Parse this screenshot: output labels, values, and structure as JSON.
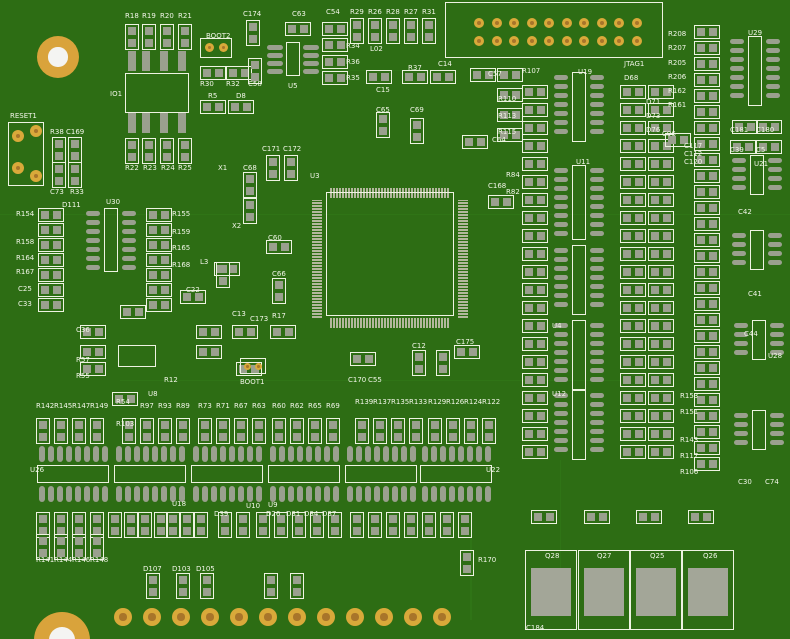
{
  "board": {
    "colors": {
      "soldermask": "#2d6d14",
      "silkscreen": "#f2f6e8",
      "pad": "#9aa08e",
      "copper": "#d9a93a"
    },
    "labels": [
      "R18",
      "R19",
      "R20",
      "R21",
      "C174",
      "C63",
      "C54",
      "R29",
      "R26",
      "R28",
      "R27",
      "R31",
      "BOOT2",
      "R30",
      "R32",
      "C58",
      "U5",
      "R34",
      "R36",
      "R35",
      "L02",
      "C15",
      "R37",
      "C14",
      "C57",
      "IO1",
      "R5",
      "D8",
      "RESET1",
      "R38",
      "C169",
      "C73",
      "R33",
      "R22",
      "R23",
      "R24",
      "R25",
      "C65",
      "C69",
      "C171",
      "C172",
      "X1",
      "C68",
      "U3",
      "JTAG1",
      "U19",
      "R107",
      "R110",
      "R113",
      "R115",
      "C64",
      "D68",
      "R208",
      "R207",
      "R205",
      "R206",
      "R162",
      "R161",
      "U29",
      "C96",
      "U11",
      "R84",
      "C168",
      "R82",
      "U30",
      "D111",
      "R154",
      "R155",
      "R158",
      "R159",
      "R165",
      "R164",
      "R168",
      "R167",
      "C25",
      "C33",
      "U26",
      "U8",
      "U18",
      "U10",
      "U9",
      "U22",
      "R170",
      "D107",
      "D103",
      "D105",
      "C184",
      "Q28",
      "Q27",
      "Q25",
      "Q26",
      "R54",
      "BOOT1",
      "C170",
      "C55",
      "C175",
      "C12",
      "R142",
      "R145",
      "R147",
      "R149",
      "R103",
      "R97",
      "R93",
      "R89",
      "R73",
      "R71",
      "R67",
      "R63",
      "R60",
      "R62",
      "R65",
      "R69",
      "R139",
      "R137",
      "R135",
      "R133",
      "R129",
      "R126",
      "R124",
      "R122",
      "R141",
      "R144",
      "R146",
      "R148",
      "D39",
      "D26",
      "D31",
      "D34",
      "D37",
      "U21",
      "C181",
      "C180",
      "C39",
      "C5",
      "C42",
      "U28",
      "C41",
      "C44",
      "R153",
      "R151",
      "R143",
      "R117",
      "R106",
      "C30",
      "C74",
      "U4",
      "U12",
      "L3",
      "X2",
      "C13",
      "C173",
      "R17",
      "C60",
      "C66",
      "C22",
      "R12",
      "C36",
      "R57",
      "R55",
      "D71",
      "D73",
      "D76",
      "C117",
      "C112",
      "C120"
    ]
  }
}
